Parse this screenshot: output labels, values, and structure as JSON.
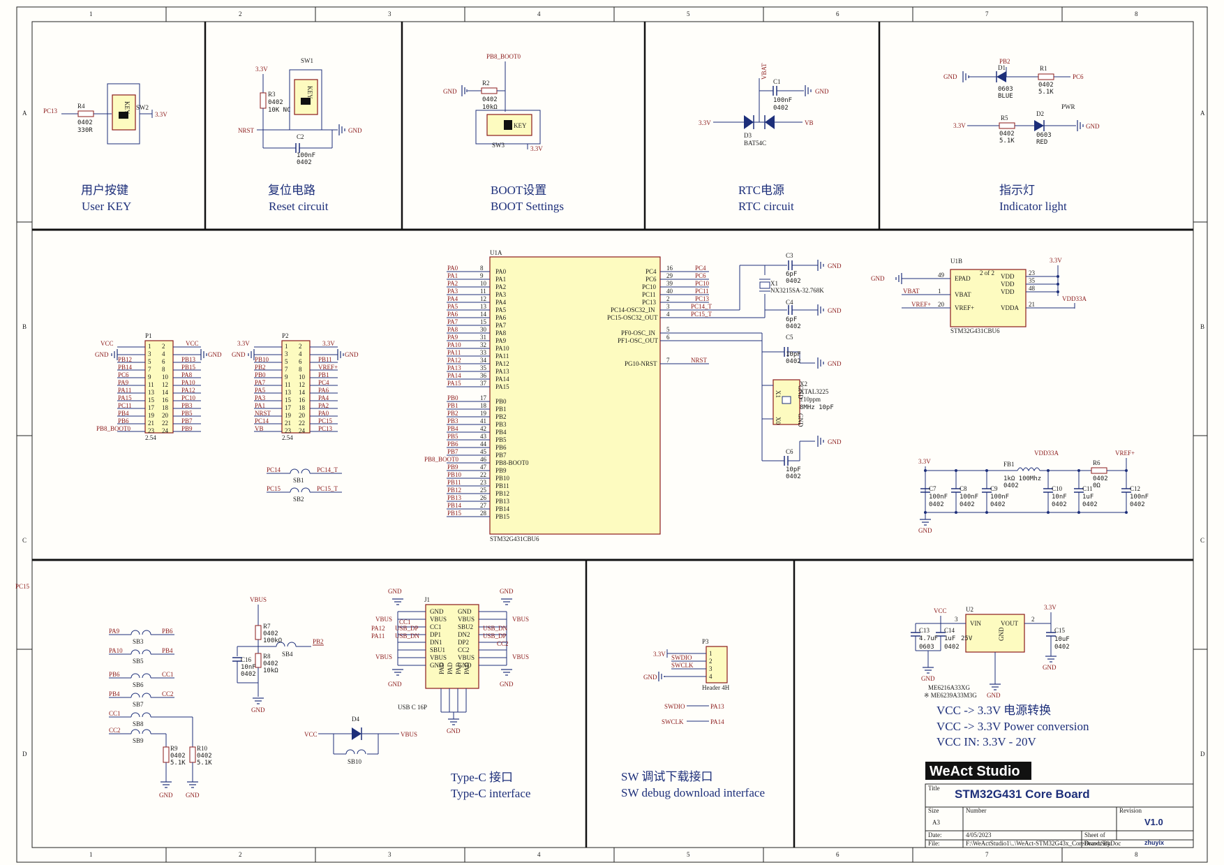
{
  "colors": {
    "wire": "#1d2f7a",
    "net": "#8b1a1a",
    "chip": "#fdfbc0",
    "frame": "#222222",
    "bg": "#fffefa"
  },
  "frame": {
    "cols": [
      "1",
      "2",
      "3",
      "4",
      "5",
      "6",
      "7",
      "8"
    ],
    "rows": [
      "A",
      "B",
      "C",
      "D"
    ],
    "side_label": "PC15"
  },
  "sections": {
    "user_key": {
      "cn": "用户按键",
      "en": "User KEY",
      "ref_r": "R4",
      "val_r": "0402",
      "val_r2": "330R",
      "sw": "SW2",
      "net_in": "PC13",
      "net_out": "3.3V",
      "key": "KEY"
    },
    "reset": {
      "cn": "复位电路",
      "en": "Reset circuit",
      "r": "R3",
      "rv1": "0402",
      "rv2": "10K NC",
      "sw": "SW1",
      "c": "C2",
      "cv1": "100nF",
      "cv2": "0402",
      "n1": "3.3V",
      "n2": "NRST",
      "n3": "GND",
      "key": "KEY"
    },
    "boot": {
      "cn": "BOOT设置",
      "en": "BOOT Settings",
      "net": "PB8_BOOT0",
      "r": "R2",
      "rv1": "0402",
      "rv2": "10kΩ",
      "gnd": "GND",
      "sw": "SW3",
      "v": "3.3V",
      "key": "KEY"
    },
    "rtc": {
      "cn": "RTC电源",
      "en": "RTC circuit",
      "vbat": "VBAT",
      "c": "C1",
      "cv1": "100nF",
      "cv2": "0402",
      "gnd": "GND",
      "v": "3.3V",
      "vb": "VB",
      "d": "D3",
      "dv": "BAT54C"
    },
    "led": {
      "cn": "指示灯",
      "en": "Indicator light",
      "gnd": "GND",
      "pb2": "PB2",
      "d1": "D1",
      "d1v1": "0603",
      "d1v2": "BLUE",
      "r1": "R1",
      "r1v1": "0402",
      "r1v2": "5.1K",
      "pc6": "PC6",
      "pwr": "PWR",
      "v": "3.3V",
      "r5": "R5",
      "r5v1": "0402",
      "r5v2": "5.1K",
      "d2": "D2",
      "d2v1": "0603",
      "d2v2": "RED",
      "gnd2": "GND"
    },
    "usb": {
      "cn": "Type-C 接口",
      "en": "Type-C interface",
      "j": "J1",
      "pkg": "USB C 16P",
      "d4": "D4",
      "sb10": "SB10",
      "vcc": "VCC",
      "vbus": "VBUS"
    },
    "swd": {
      "cn": "SW 调试下载接口",
      "en": "SW debug download interface",
      "p": "P3",
      "hdr": "Header 4H",
      "v": "3.3V",
      "gnd": "GND",
      "swdio": "SWDIO",
      "swclk": "SWCLK",
      "pa13": "PA13",
      "pa14": "PA14"
    },
    "power": {
      "cn_line": "VCC -> 3.3V 电源转换",
      "en_line": "VCC -> 3.3V Power conversion",
      "in_line": "VCC IN: 3.3V - 20V",
      "u": "U2",
      "vin": "VIN",
      "vout": "VOUT",
      "gndp": "GND",
      "c13": "C13",
      "c13v": "4.7uF",
      "c13p": "0603",
      "c14": "C14",
      "c14v": "1uF",
      "c14p": "0402",
      "c14r": "25V",
      "c15": "C15",
      "c15v": "10uF",
      "c15p": "0402",
      "vcc": "VCC",
      "v33": "3.3V",
      "gnd": "GND",
      "chip1": "ME6216A33XG",
      "chip2": "※ ME6239A33M3G",
      "pin3": "3",
      "pin2": "2"
    }
  },
  "mcu": {
    "ref": "U1A",
    "part": "STM32G431CBU6",
    "left_a": [
      [
        "PA0",
        "8"
      ],
      [
        "PA1",
        "9"
      ],
      [
        "PA2",
        "10"
      ],
      [
        "PA3",
        "11"
      ],
      [
        "PA4",
        "12"
      ],
      [
        "PA5",
        "13"
      ],
      [
        "PA6",
        "14"
      ],
      [
        "PA7",
        "15"
      ],
      [
        "PA8",
        "30"
      ],
      [
        "PA9",
        "31"
      ],
      [
        "PA10",
        "32"
      ],
      [
        "PA11",
        "33"
      ],
      [
        "PA12",
        "34"
      ],
      [
        "PA13",
        "35"
      ],
      [
        "PA14",
        "36"
      ],
      [
        "PA15",
        "37"
      ]
    ],
    "left_b": [
      [
        "PB0",
        "17"
      ],
      [
        "PB1",
        "18"
      ],
      [
        "PB2",
        "19"
      ],
      [
        "PB3",
        "41"
      ],
      [
        "PB4",
        "42"
      ],
      [
        "PB5",
        "43"
      ],
      [
        "PB6",
        "44"
      ],
      [
        "PB7",
        "45"
      ],
      [
        "PB8_BOOT0",
        "46",
        "PB8-BOOT0"
      ],
      [
        "PB9",
        "47"
      ],
      [
        "PB10",
        "22"
      ],
      [
        "PB11",
        "23"
      ],
      [
        "PB12",
        "25"
      ],
      [
        "PB13",
        "26"
      ],
      [
        "PB14",
        "27"
      ],
      [
        "PB15",
        "28"
      ]
    ],
    "right": [
      [
        "PC4",
        "16"
      ],
      [
        "PC6",
        "29"
      ],
      [
        "PC10",
        "39"
      ],
      [
        "PC11",
        "40"
      ],
      [
        "PC13",
        "2"
      ],
      [
        "PC14_T",
        "3",
        "PC14-OSC32_IN"
      ],
      [
        "PC15_T",
        "4",
        "PC15-OSC32_OUT"
      ]
    ],
    "right2": [
      [
        "",
        "5",
        "PF0-OSC_IN"
      ],
      [
        "",
        "6",
        "PF1-OSC_OUT"
      ]
    ],
    "nrst": [
      "NRST",
      "7",
      "PG10-NRST"
    ]
  },
  "pwr_unit": {
    "ref": "U1B",
    "part": "STM32G431CBU6",
    "sub": "2 of 2",
    "pins_l": [
      [
        "GND",
        "49",
        "EPAD"
      ],
      [
        "VBAT",
        "1",
        "VBAT"
      ],
      [
        "VREF+",
        "20",
        "VREF+"
      ]
    ],
    "pins_r": [
      [
        "23",
        "VDD"
      ],
      [
        "35",
        "VDD"
      ],
      [
        "48",
        "VDD"
      ],
      [
        "21",
        "VDDA"
      ]
    ],
    "v33": "3.3V",
    "vdda": "VDD33A"
  },
  "osc": {
    "c3": "C3",
    "c3v": "6pF",
    "c3p": "0402",
    "x1": "X1",
    "x1v": "NX3215SA-32.768K",
    "c4": "C4",
    "c4v": "6pF",
    "c4p": "0402",
    "c5": "C5",
    "c5v": "10pF",
    "c5p": "0402",
    "x2": "X2",
    "x2v1": "XTAL3225",
    "x2v2": "±10ppm",
    "x2v3": "8MHz 10pF",
    "c6": "C6",
    "c6v": "10pF",
    "c6p": "0402",
    "gnd": "GND",
    "x1pin": "X1",
    "x0pin": "X0"
  },
  "decoupling": {
    "v33": "3.3V",
    "vdda": "VDD33A",
    "vref": "VREF+",
    "gnd": "GND",
    "fb": "FB1",
    "fbv1": "1kΩ 100Mhz",
    "fbv2": "0402",
    "r6": "R6",
    "r6v1": "0402",
    "r6v2": "0Ω",
    "caps": [
      [
        "C7",
        "100nF",
        "0402"
      ],
      [
        "C8",
        "100nF",
        "0402"
      ],
      [
        "C9",
        "100nF",
        "0402"
      ],
      [
        "C10",
        "10nF",
        "0402"
      ],
      [
        "C11",
        "1uF",
        "0402"
      ],
      [
        "C12",
        "100nF",
        "0402"
      ]
    ]
  },
  "headers": {
    "p1": {
      "ref": "P1",
      "pitch": "2.54",
      "top_l": "VCC",
      "top_r": "VCC",
      "gnd_l": "GND",
      "gnd_r": "GND",
      "left": [
        "PB12",
        "PB14",
        "PC6",
        "PA9",
        "PA11",
        "PA15",
        "PC11",
        "PB4",
        "PB6",
        "PB8_BOOT0"
      ],
      "right": [
        "PB13",
        "PB15",
        "PA8",
        "PA10",
        "PA12",
        "PC10",
        "PB3",
        "PB5",
        "PB7",
        "PB9"
      ]
    },
    "p2": {
      "ref": "P2",
      "pitch": "2.54",
      "top_l": "3.3V",
      "top_r": "3.3V",
      "gnd_l": "GND",
      "gnd_r": "GND",
      "left": [
        "PB10",
        "PB2",
        "PB0",
        "PA7",
        "PA5",
        "PA3",
        "PA1",
        "NRST",
        "PC14",
        "VB"
      ],
      "right": [
        "PB11",
        "VREF+",
        "PB1",
        "PC4",
        "PA6",
        "PA4",
        "PA2",
        "PA0",
        "PC15",
        "PC13"
      ]
    },
    "sb": [
      [
        "PC14",
        "SB1",
        "PC14_T"
      ],
      [
        "PC15",
        "SB2",
        "PC15_T"
      ]
    ]
  },
  "usbparts": {
    "jumpers": [
      [
        "PA9",
        "SB3",
        "PB6"
      ],
      [
        "PA10",
        "SB5",
        "PB4"
      ],
      [
        "PB6",
        "SB6",
        "CC1"
      ],
      [
        "PB4",
        "SB7",
        "CC2"
      ],
      [
        "CC1",
        "SB8",
        ""
      ],
      [
        "CC2",
        "SB9",
        ""
      ]
    ],
    "r7": "R7",
    "r7v1": "0402",
    "r7v2": "100kΩ",
    "r8": "R8",
    "r8v1": "0402",
    "r8v2": "10kΩ",
    "c16": "C16",
    "c16v": "10nF",
    "c16p": "0402",
    "sb4": "SB4",
    "pb2": "PB2",
    "vbus": "VBUS",
    "gnd": "GND",
    "r9": "R9",
    "r9v1": "0402",
    "r9v2": "5.1K",
    "r10": "R10",
    "r10v1": "0402",
    "r10v2": "5.1K",
    "jl": [
      "GND",
      "VBUS",
      "CC1",
      "DP1",
      "DN1",
      "SBU1",
      "VBUS",
      "GND"
    ],
    "jr": [
      "GND",
      "VBUS",
      "SBU2",
      "DN2",
      "DP2",
      "CC2",
      "VBUS",
      "GND"
    ],
    "jnets_l": [
      "VBUS",
      "CC1",
      "PA12",
      "USB_DP",
      "PA11",
      "USB_DN",
      "VBUS"
    ],
    "jnets_r": [
      "VBUS",
      "USB_DN",
      "USB_DP",
      "CC2",
      "VBUS"
    ],
    "pad": "PAD"
  },
  "title_block": {
    "brand": "WeAct Studio",
    "title_label": "Title",
    "title": "STM32G431 Core Board",
    "size_label": "Size",
    "size": "A3",
    "number_label": "Number",
    "revision_label": "Revision",
    "revision": "V1.0",
    "date_label": "Date:",
    "date": "4/05/2023",
    "sheet_label": "Sheet  of",
    "file_label": "File:",
    "file": "F:\\WeActStudio1\\..\\WeAct-STM32G43x_CoreBoard.SchDoc",
    "drawn_by": "Drawn By:",
    "author": "zhuyix"
  }
}
